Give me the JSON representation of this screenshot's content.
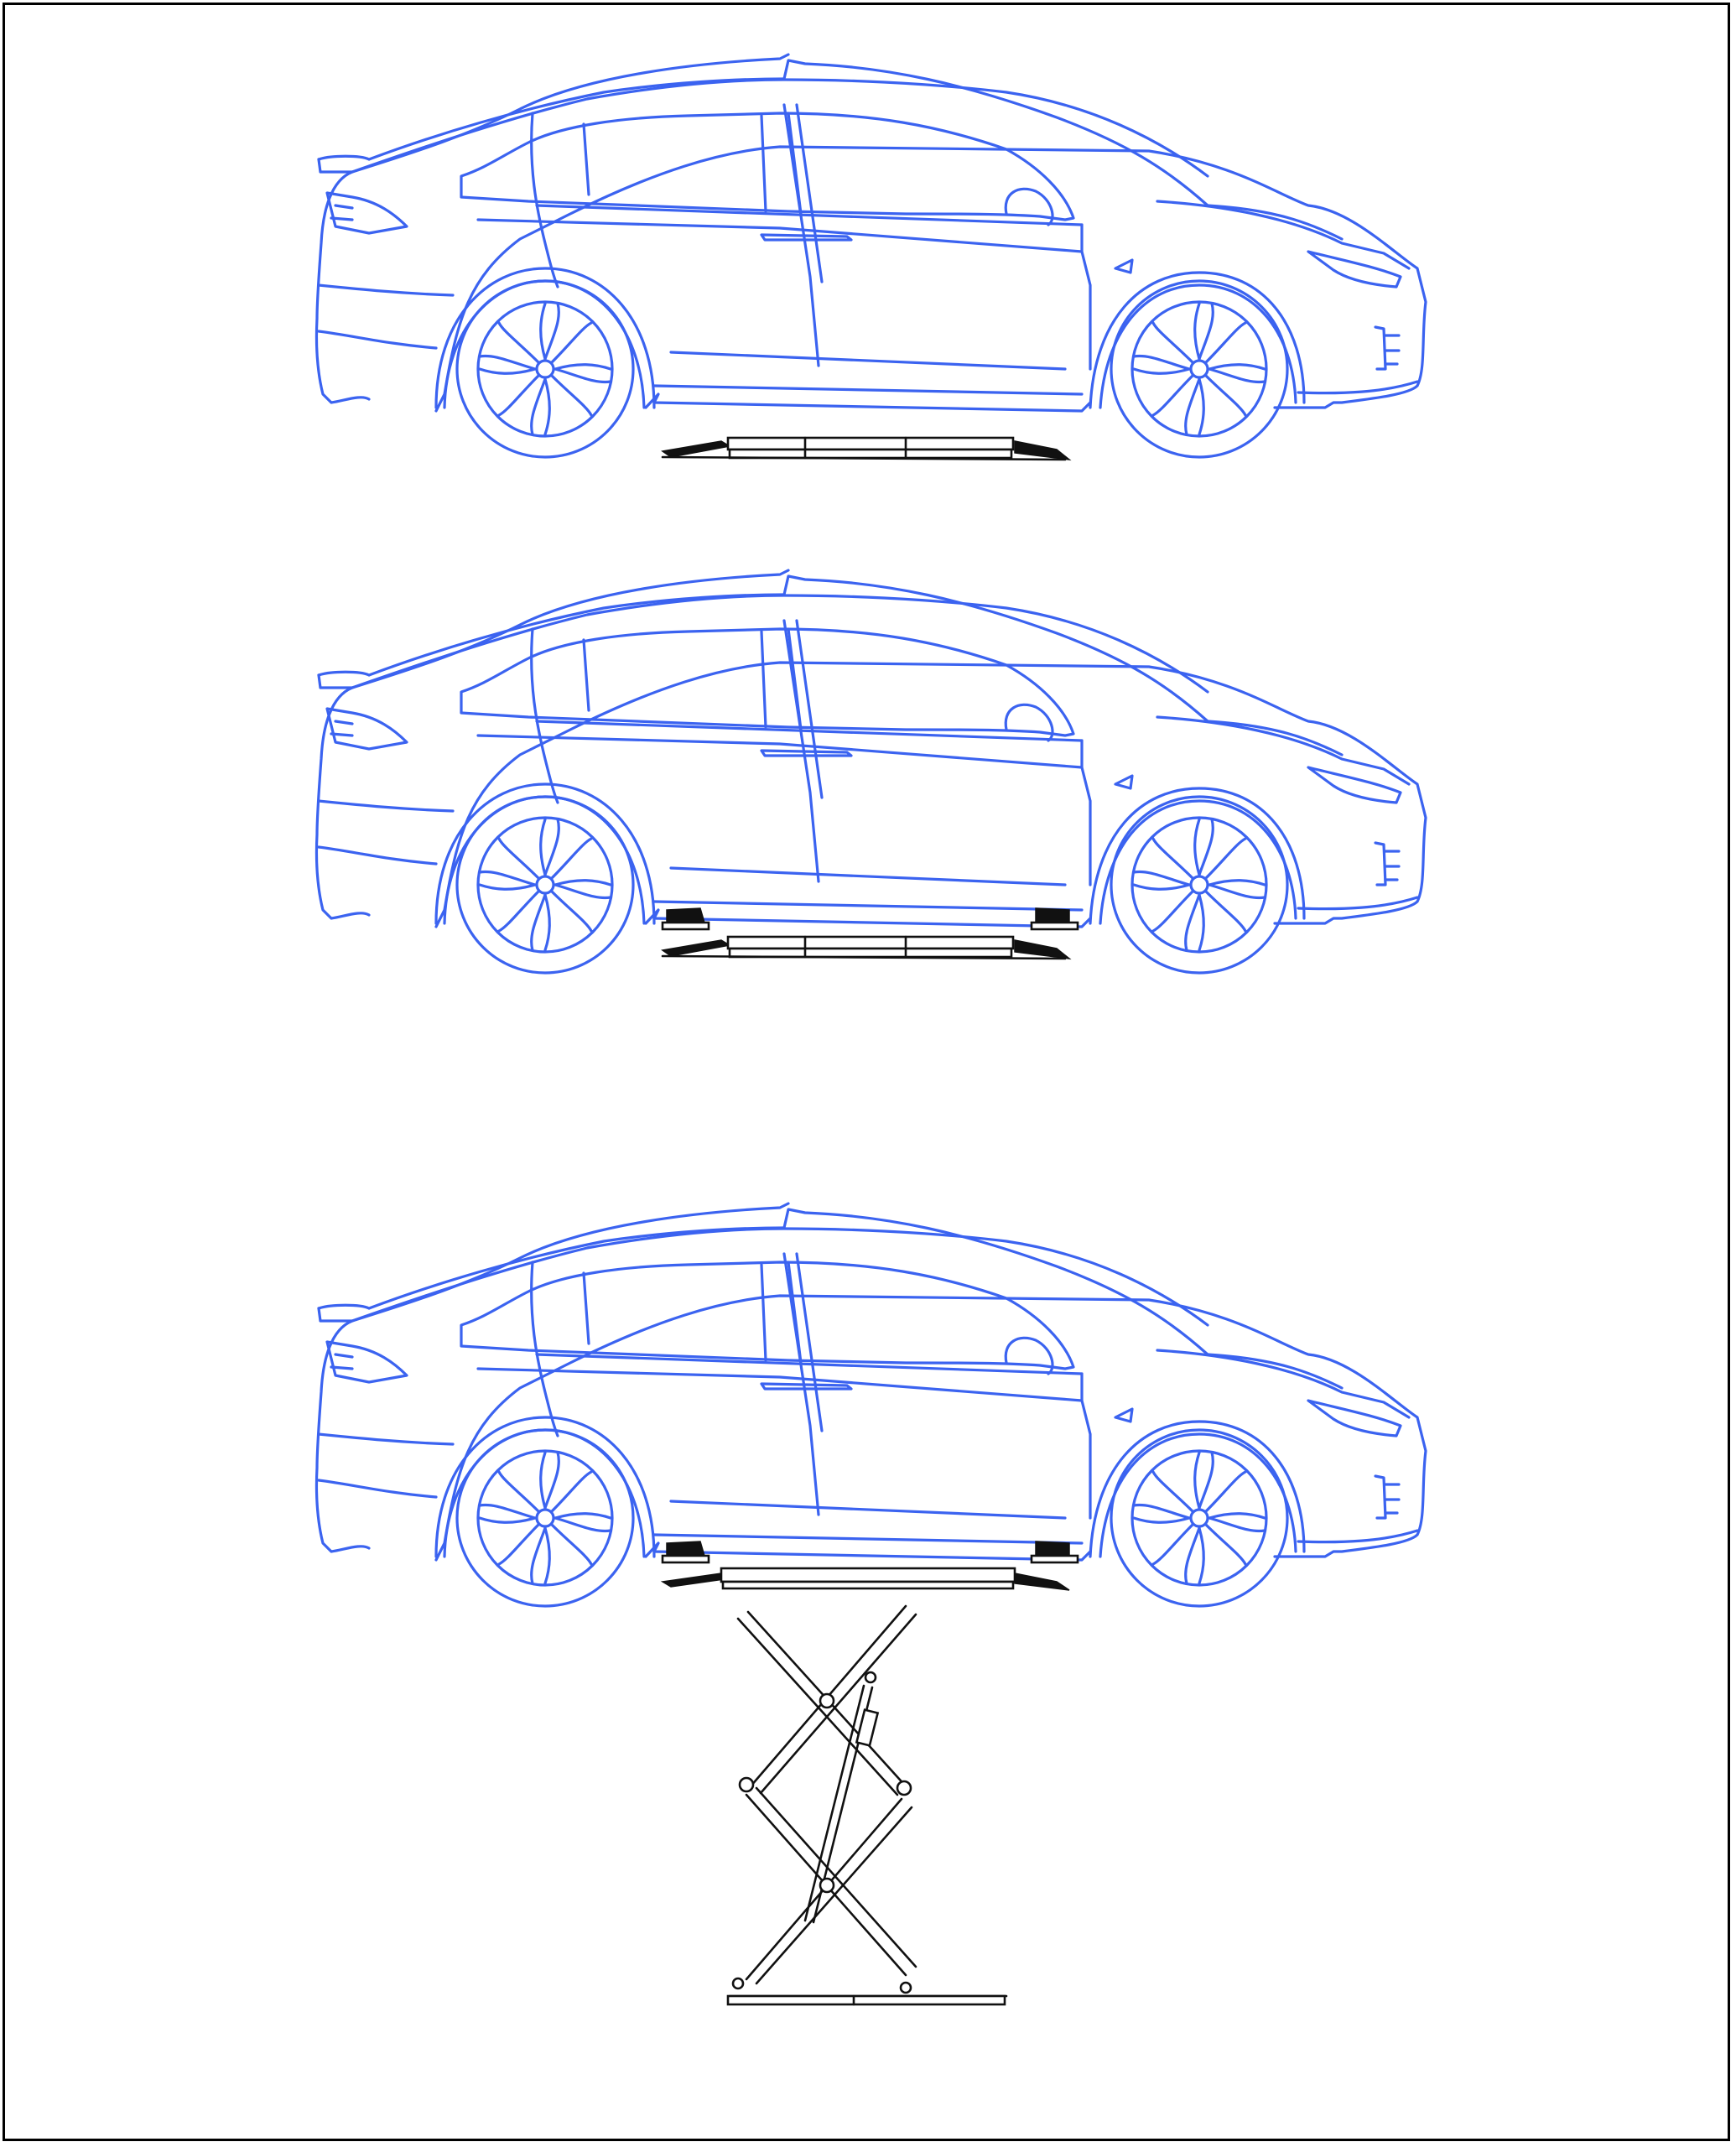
{
  "colors": {
    "car_line": "#3b63f0",
    "lift_line": "#111111",
    "background": "#ffffff",
    "frame": "#000000"
  },
  "stages": [
    {
      "id": "lowered",
      "lift_state": "collapsed",
      "pads_engaged": false
    },
    {
      "id": "pads-raised",
      "lift_state": "collapsed",
      "pads_engaged": true
    },
    {
      "id": "fully-raised",
      "lift_state": "scissor-extended",
      "pads_engaged": true
    }
  ]
}
